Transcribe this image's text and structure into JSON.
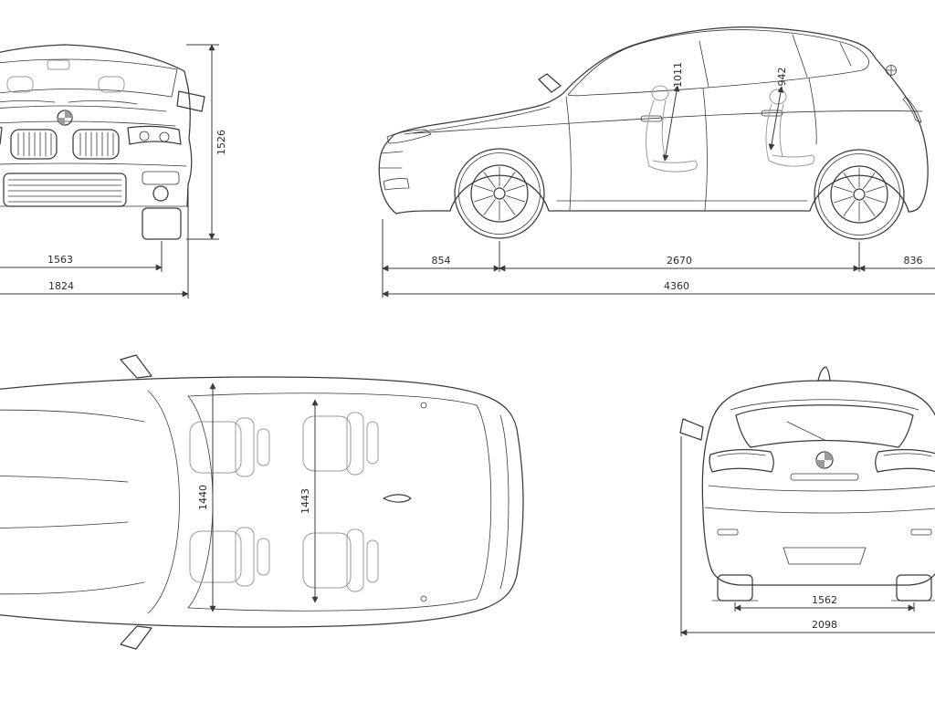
{
  "colors": {
    "background": "#ffffff",
    "line": "#3a3a3a",
    "secondary_line": "#9b9b9b",
    "text": "#2b2b2b"
  },
  "brand_icon": "bmw-roundel",
  "views": {
    "front": {
      "height": "1526",
      "track_width": "1563",
      "overall_width": "1824"
    },
    "side": {
      "front_interior_height": "1011",
      "rear_interior_height": "942",
      "front_overhang": "854",
      "wheelbase": "2670",
      "rear_overhang": "836",
      "overall_length": "4360"
    },
    "top": {
      "front_interior_width": "1440",
      "rear_interior_width": "1443"
    },
    "rear": {
      "rear_track": "1562",
      "width_incl_mirrors": "2098"
    }
  }
}
